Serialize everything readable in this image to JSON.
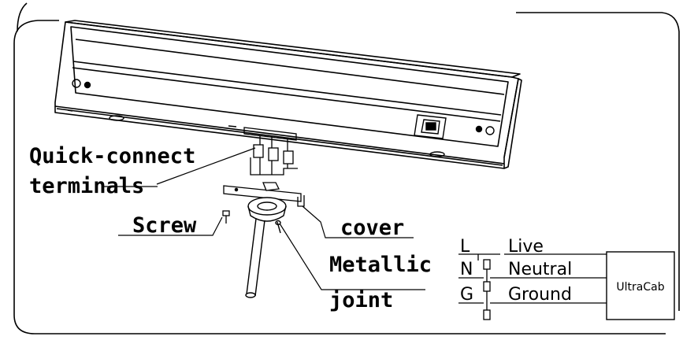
{
  "labels": {
    "quick_connect_line1": "Quick-connect",
    "quick_connect_line2": "terminals",
    "screw": "Screw",
    "cover": "cover",
    "metallic_line1": "Metallic",
    "metallic_line2": "joint"
  },
  "wiring": {
    "rows": [
      {
        "code": "L",
        "name": "Live"
      },
      {
        "code": "N",
        "name": "Neutral"
      },
      {
        "code": "G",
        "name": "Ground"
      }
    ],
    "device": "UltraCab"
  }
}
